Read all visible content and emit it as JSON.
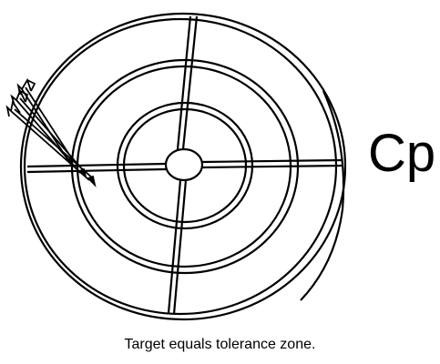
{
  "figure": {
    "side_label": "Cp",
    "caption": "Target equals tolerance zone.",
    "target_icon": "target-icon",
    "arrow_icon": "arrow-icon",
    "arrow_count": 3,
    "stroke_color": "#000000",
    "background_color": "#ffffff"
  }
}
